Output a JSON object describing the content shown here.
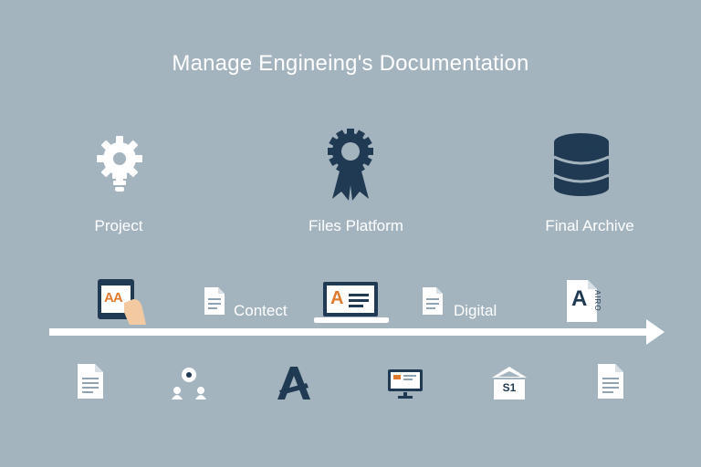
{
  "title": "Manage Engineing's Documentation",
  "stages": [
    {
      "label": "Project",
      "icon": "gear-bulb-icon"
    },
    {
      "label": "Files Platform",
      "icon": "award-ribbon-icon"
    },
    {
      "label": "Final Archive",
      "icon": "database-icon"
    }
  ],
  "flow": {
    "labels": [
      "Contect",
      "Digital"
    ],
    "tablet_text": "AA",
    "laptop_text": "A",
    "doc_letter": "A",
    "doc_side_text": "AIRO"
  },
  "bottom_icons": [
    {
      "icon": "document-icon"
    },
    {
      "icon": "people-icon"
    },
    {
      "icon": "letter-a-logo-icon"
    },
    {
      "icon": "monitor-icon"
    },
    {
      "icon": "bank-building-icon",
      "text": "S1"
    },
    {
      "icon": "document-icon"
    }
  ],
  "colors": {
    "background": "#a4b4bf",
    "icon_dark": "#1f3a52",
    "white": "#ffffff",
    "accent_orange": "#e07a2e"
  }
}
